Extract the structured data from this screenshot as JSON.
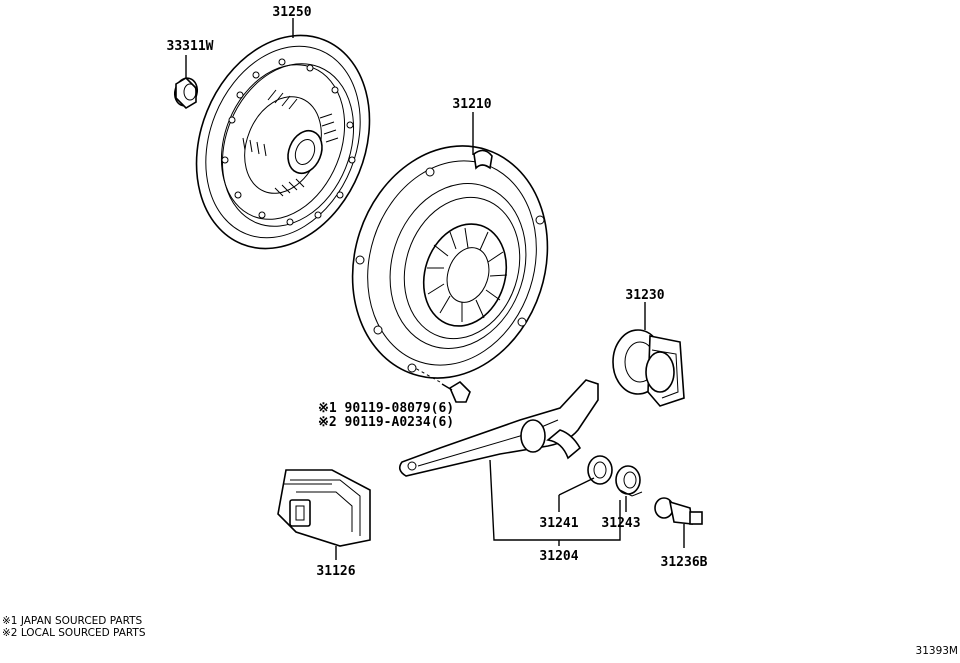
{
  "parts": {
    "clutch_disc": "31250",
    "pilot_bearing": "33311W",
    "clutch_cover": "31210",
    "release_bearing": "31230",
    "bolt_japan": "※1 90119-08079(6)",
    "bolt_local": "※2 90119-A0234(6)",
    "release_fork_boot": "31126",
    "fork_sub_assy": "31204",
    "fork_bush": "31241",
    "fork_support_bush": "31243",
    "fork_support": "31236B"
  },
  "notes": {
    "japan": "※1 JAPAN SOURCED PARTS",
    "local": "※2 LOCAL SOURCED PARTS"
  },
  "diagram_id": "31393M"
}
